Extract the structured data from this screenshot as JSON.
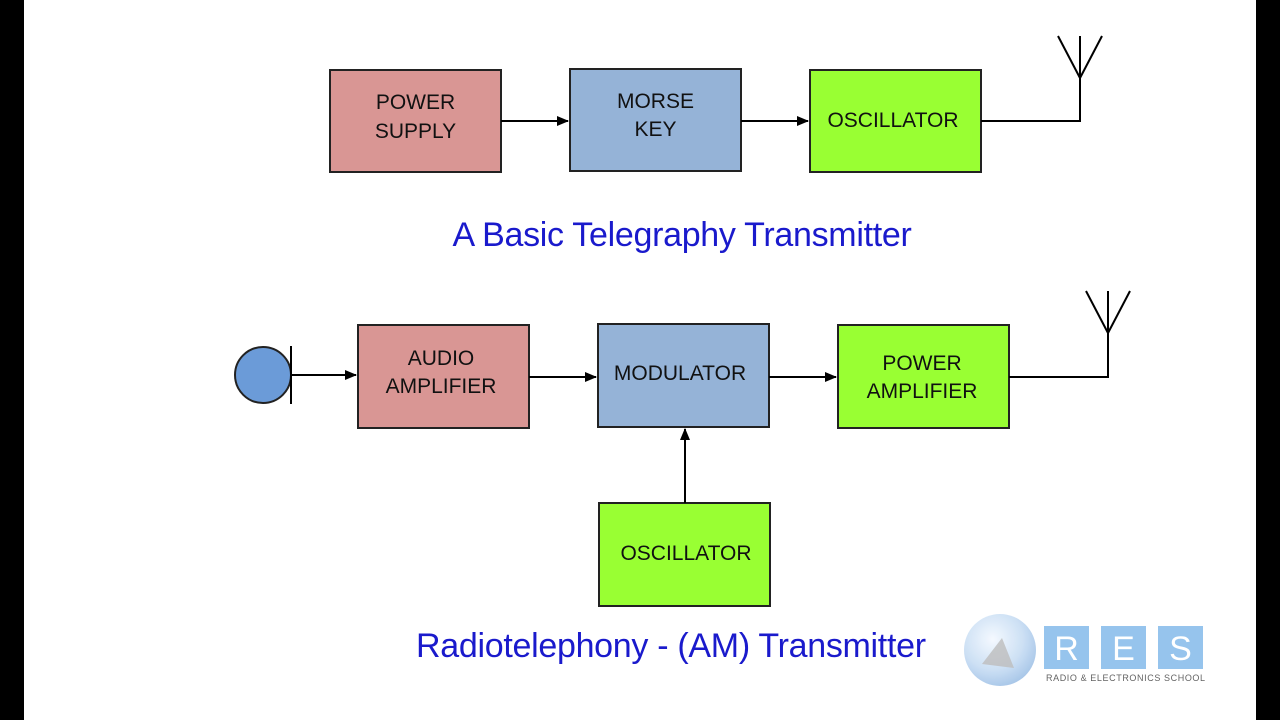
{
  "colors": {
    "power_supply": "#d99694",
    "morse_key": "#95b3d7",
    "oscillator": "#99ff33",
    "audio_amplifier": "#d99694",
    "modulator": "#95b3d7",
    "power_amplifier": "#99ff33",
    "microphone": "#6b9bd8",
    "caption": "#1a1acc"
  },
  "telegraphy": {
    "power_supply_line1": "POWER",
    "power_supply_line2": "SUPPLY",
    "morse_key_line1": "MORSE",
    "morse_key_line2": "KEY",
    "oscillator": "OSCILLATOR",
    "caption": "A Basic Telegraphy Transmitter"
  },
  "radiotelephony": {
    "audio_amplifier_line1": "AUDIO",
    "audio_amplifier_line2": "AMPLIFIER",
    "modulator": "MODULATOR",
    "power_amplifier_line1": "POWER",
    "power_amplifier_line2": "AMPLIFIER",
    "oscillator": "OSCILLATOR",
    "caption": "Radiotelephony -  (AM) Transmitter"
  },
  "logo": {
    "letters": [
      "R",
      "E",
      "S"
    ],
    "subtitle": "RADIO & ELECTRONICS SCHOOL"
  },
  "icons": {
    "antenna": "antenna-icon",
    "microphone": "microphone-icon",
    "arrow": "arrow-right-icon"
  }
}
